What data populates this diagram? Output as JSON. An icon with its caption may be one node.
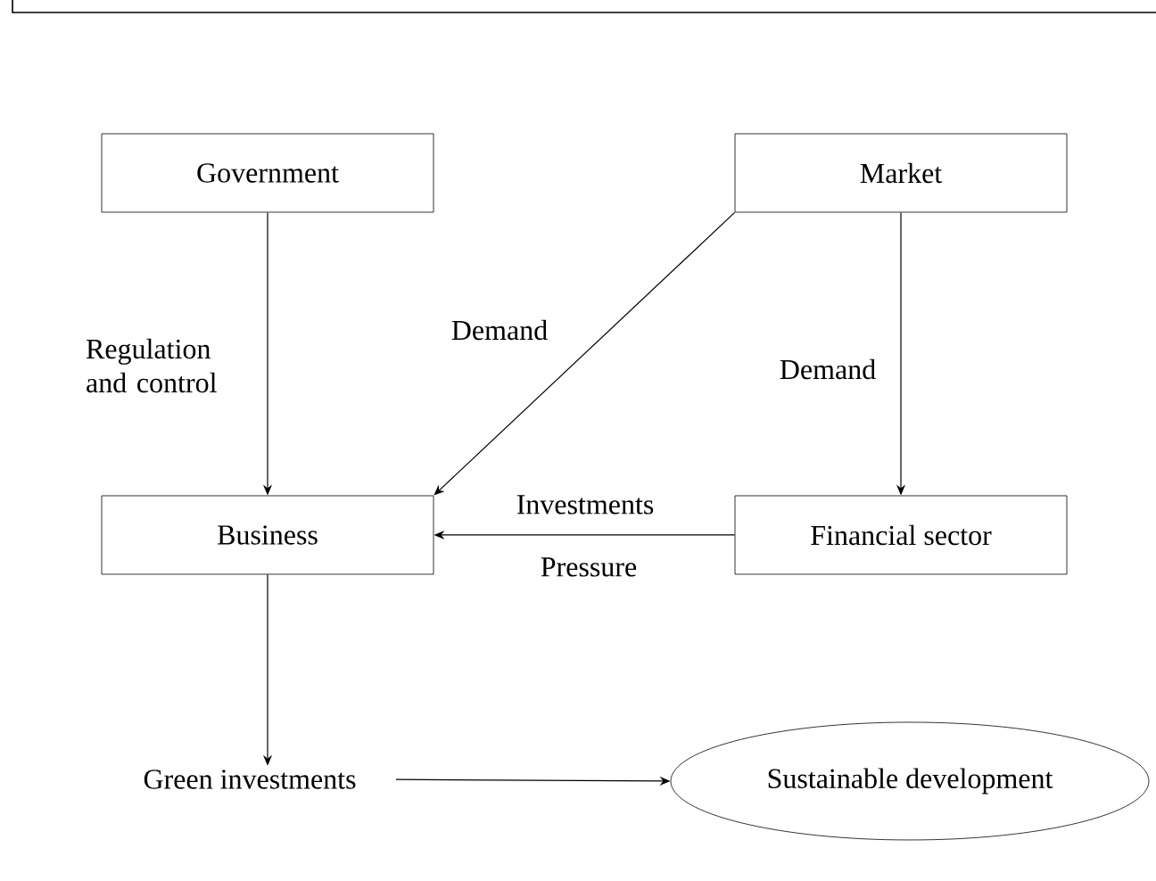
{
  "diagram": {
    "nodes": [
      {
        "text": [
          "Government"
        ]
      },
      {
        "text": [
          "Market"
        ]
      },
      {
        "text": [
          "Business"
        ]
      },
      {
        "text": [
          "Financial sector"
        ]
      },
      {
        "text": [
          "Green investments"
        ]
      },
      {
        "text": [
          "Sustainable development"
        ]
      }
    ],
    "edges": [
      {
        "from": 0,
        "to": 2,
        "arrow": "to",
        "label": "Regulation and control"
      },
      {
        "from": 1,
        "to": 2,
        "arrow": "to",
        "label": "Demand"
      },
      {
        "from": 1,
        "to": 3,
        "arrow": "to",
        "label": "Demand"
      },
      {
        "from": 3,
        "to": 2,
        "arrow": "to",
        "label": "Investments"
      },
      {
        "from": 2,
        "to": 4,
        "arrow": "to"
      },
      {
        "from": 4,
        "to": 5,
        "arrow": "to"
      }
    ],
    "labels": [
      "Pressure"
    ]
  }
}
